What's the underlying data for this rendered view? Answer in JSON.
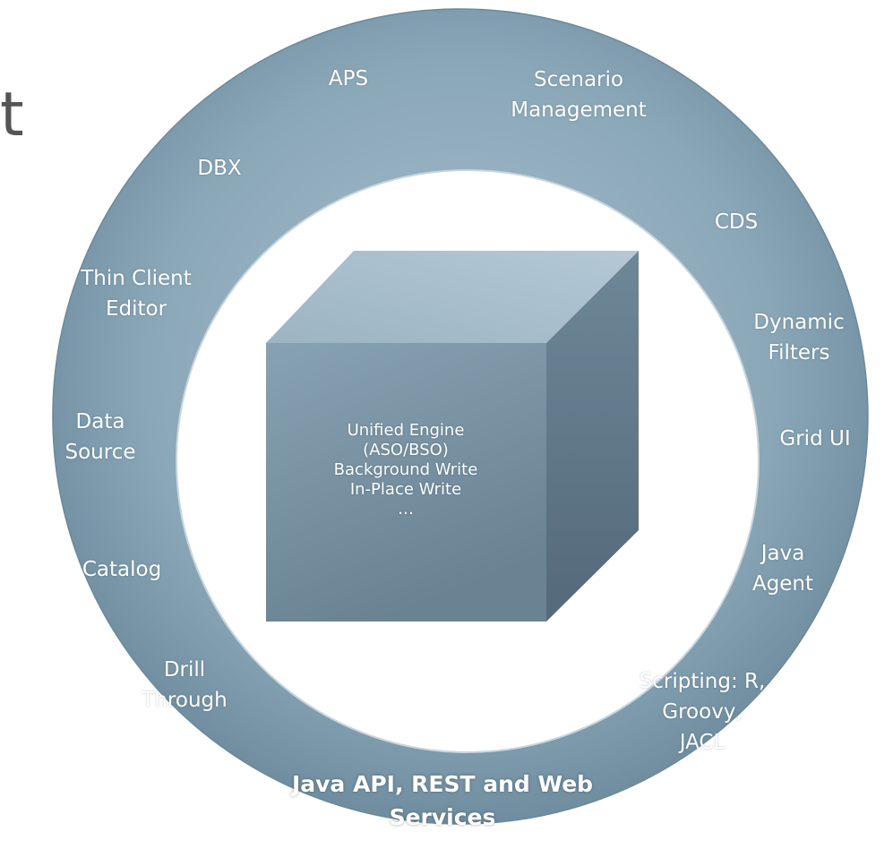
{
  "partial_heading": "t",
  "ring_labels": {
    "aps": "APS",
    "scenario_management": "Scenario\nManagement",
    "dbx": "DBX",
    "cds": "CDS",
    "thin_client_editor": "Thin Client\nEditor",
    "dynamic_filters": "Dynamic\nFilters",
    "data_source": "Data\nSource",
    "grid_ui": "Grid UI",
    "catalog": "Catalog",
    "java_agent": "Java\nAgent",
    "drill_through": "Drill\nThrough",
    "scripting": "Scripting: R,\nGroovy,\nJACL",
    "java_api": "Java API, REST and Web\nServices"
  },
  "cube": {
    "lines": [
      "Unified Engine",
      "(ASO/BSO)",
      "Background Write",
      "In-Place Write",
      "…"
    ]
  },
  "colors": {
    "ring": "#7d9cae",
    "cube_front": "#7893a2",
    "cube_top": "#a6bccb",
    "cube_side": "#5f7785",
    "text": "#ffffff"
  }
}
